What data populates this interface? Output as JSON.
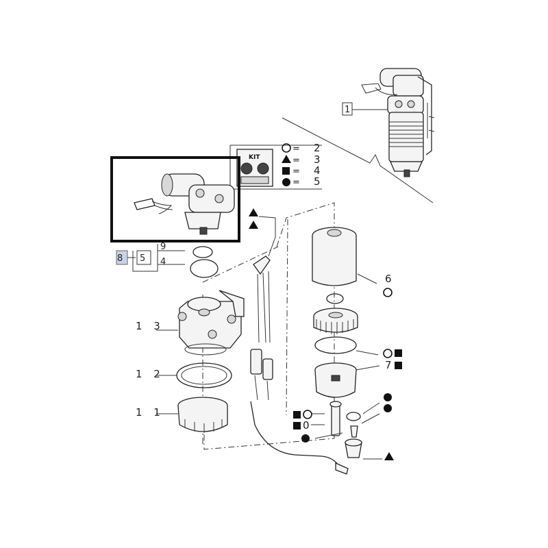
{
  "kit_legend": {
    "kit_label": "KIT",
    "entries": [
      {
        "symbol": "circle-open",
        "eq": "=",
        "ref": "2"
      },
      {
        "symbol": "triangle",
        "eq": "=",
        "ref": "3"
      },
      {
        "symbol": "square",
        "eq": "=",
        "ref": "4"
      },
      {
        "symbol": "circle-filled",
        "eq": "=",
        "ref": "5"
      }
    ]
  },
  "callouts": {
    "c1": "1",
    "c8": "8",
    "c5": "5",
    "c9": "9",
    "c4": "4",
    "c13": "1 3",
    "c12": "1 2",
    "c11": "1 1",
    "c6": "6",
    "c7": "7",
    "c10": "0"
  },
  "icons": [
    "circle-open-icon",
    "triangle-icon",
    "square-icon",
    "circle-filled-icon",
    "kit-icon"
  ]
}
